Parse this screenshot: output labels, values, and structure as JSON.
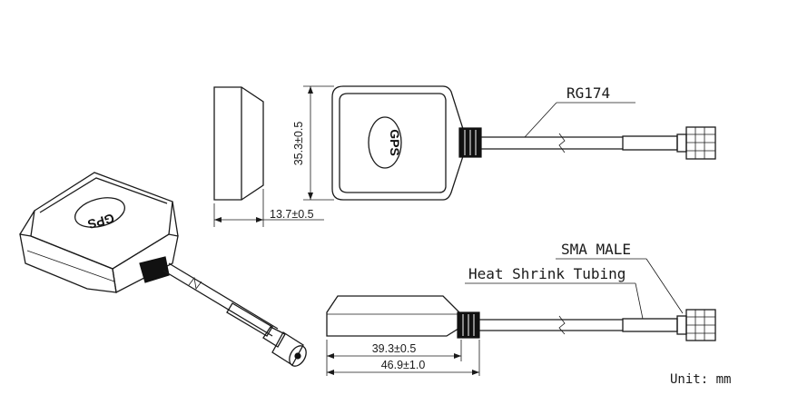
{
  "labels": {
    "cable": "RG174",
    "connector": "SMA MALE",
    "tubing": "Heat Shrink Tubing",
    "unit": "Unit: mm"
  },
  "dimensions": {
    "height": "35.3±0.5",
    "thickness": "13.7±0.5",
    "body_length": "39.3±0.5",
    "total_length": "46.9±1.0"
  },
  "antenna_marking": "GPS"
}
